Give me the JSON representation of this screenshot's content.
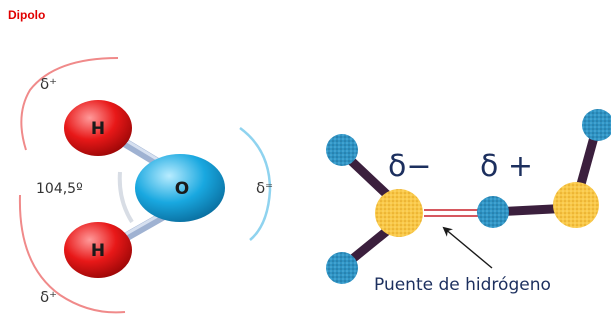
{
  "title": "Dipolo",
  "colors": {
    "title": "#e00000",
    "hydrogen": "#e81818",
    "oxygen": "#19a8e0",
    "bond": "#a9b8d4",
    "arc_red": "#f08a8a",
    "arc_blue": "#8fd3ef",
    "angle_arc": "#d8dde5",
    "dot_yellow": "#f5c040",
    "dot_blue": "#2a8fbf",
    "dot_bond": "#3b1f3d",
    "hbond_red": "#c8202a",
    "pointer": "#1a1a1a",
    "label_dark": "#1c2f5e"
  },
  "water_molecule": {
    "hydrogen_top_label": "H",
    "hydrogen_bottom_label": "H",
    "oxygen_label": "O",
    "delta_plus_top": "δ⁺",
    "delta_plus_bottom": "δ⁺",
    "delta_minus": "δ⁼",
    "angle_label": "104,5º"
  },
  "hydrogen_bond": {
    "delta_minus": "δ−",
    "delta_plus": "δ +",
    "label": "Puente de hidrógeno"
  }
}
